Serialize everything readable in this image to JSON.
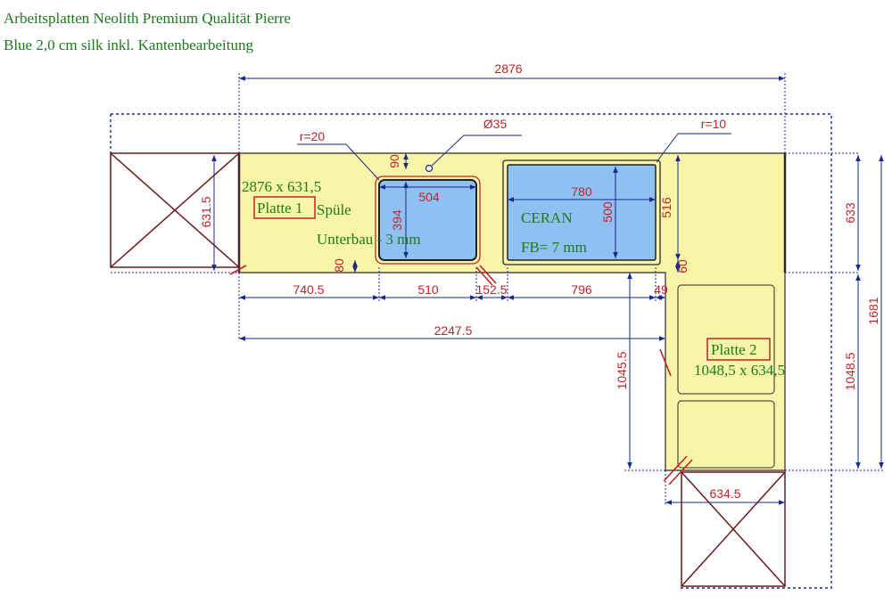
{
  "header": {
    "line1": "Arbeitsplatten Neolith Premium Qualität Pierre",
    "line2": "Blue 2,0 cm silk inkl. Kantenbearbeitung"
  },
  "colors": {
    "worktop": "#f8f5a8",
    "cutout": "#8fc0f2",
    "dimension": "#c0232a",
    "label": "#1e7a1e",
    "line": "#1a2a8a",
    "cabinet": "#6b1a1a"
  },
  "dimensions": {
    "total_width": "2876",
    "left_depth": "631.5",
    "sink_width": "504",
    "sink_depth": "394",
    "sink_back_offset": "90",
    "sink_front_offset": "80",
    "hole_diameter": "Ø35",
    "sink_radius": "r=20",
    "hob_radius": "r=10",
    "hob_width": "780",
    "hob_depth": "500",
    "hob_back_depth": "516",
    "hob_front_offset": "60",
    "seg_1": "740.5",
    "seg_2": "510",
    "seg_3": "152.5",
    "seg_4": "796",
    "seg_5": "49",
    "run_length": "2247.5",
    "right_depth": "633",
    "right_total": "1681",
    "leg_length": "1048.5",
    "leg_inner": "1045.5",
    "leg_width": "634.5"
  },
  "labels": {
    "platte1_size": "2876 x 631,5",
    "platte1": "Platte 1",
    "spuele": "Spüle",
    "unterbau": "Unterbau - 3 mm",
    "ceran": "CERAN",
    "fb": "FB= 7 mm",
    "platte2": "Platte 2",
    "platte2_size": "1048,5 x 634,5"
  }
}
